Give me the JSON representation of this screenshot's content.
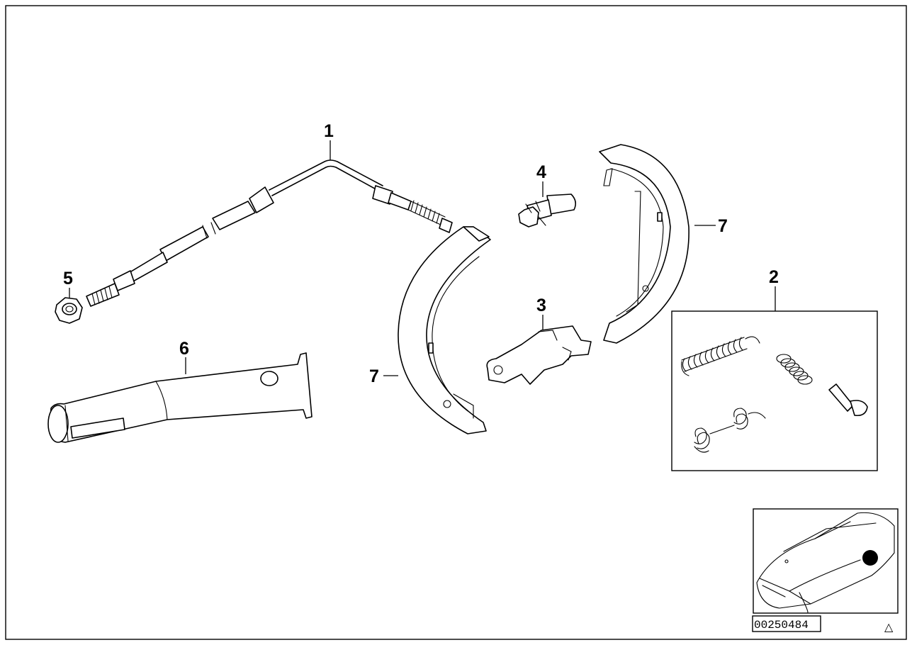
{
  "callouts": [
    {
      "id": "c1",
      "label": "1"
    },
    {
      "id": "c2",
      "label": "2"
    },
    {
      "id": "c3",
      "label": "3"
    },
    {
      "id": "c4",
      "label": "4"
    },
    {
      "id": "c5",
      "label": "5"
    },
    {
      "id": "c6",
      "label": "6"
    },
    {
      "id": "c7a",
      "label": "7"
    },
    {
      "id": "c7b",
      "label": "7"
    }
  ],
  "diagram_code": "00250484",
  "corner_mark": "△",
  "colors": {
    "line": "#000000",
    "background": "#ffffff"
  },
  "icons": [
    "warning-triangle-icon",
    "car-locator-icon"
  ]
}
